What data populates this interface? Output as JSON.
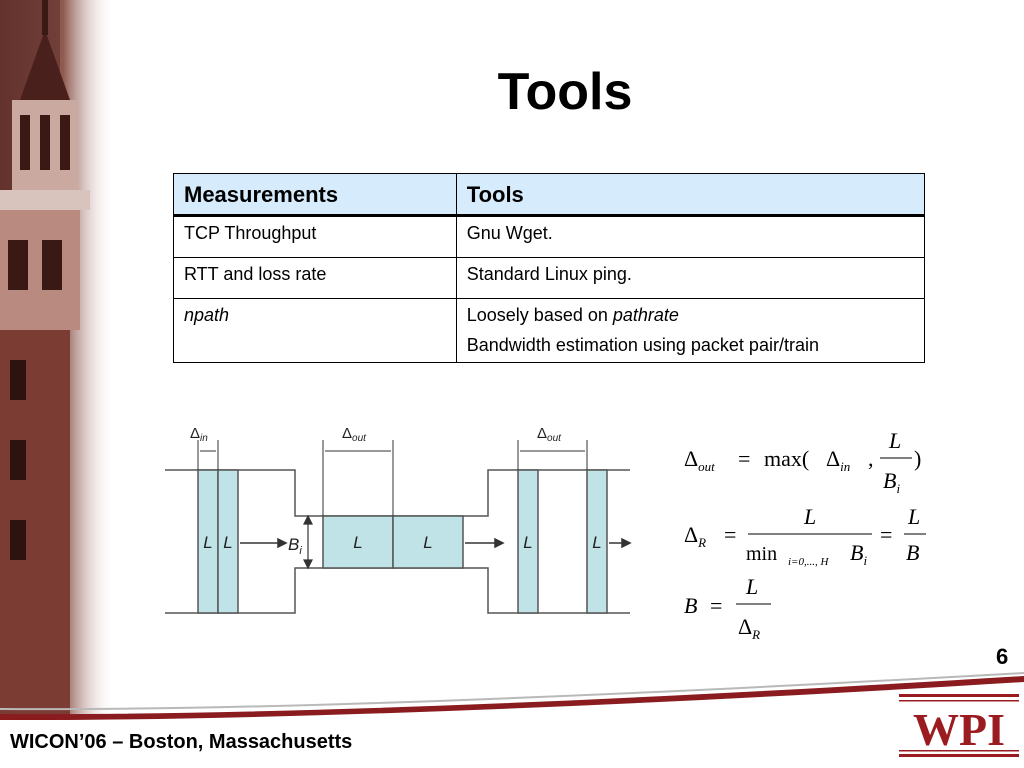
{
  "slide": {
    "title": "Tools",
    "page_number": "6",
    "footer": "WICON’06 – Boston, Massachusetts",
    "logo_text": "WPI"
  },
  "table": {
    "headers": [
      "Measurements",
      "Tools"
    ],
    "rows": [
      {
        "measurement": "TCP Throughput",
        "tool": "Gnu Wget."
      },
      {
        "measurement": "RTT and loss rate",
        "tool": "Standard Linux ping."
      },
      {
        "measurement": "npath",
        "tool_prefix": "Loosely based on ",
        "tool_italic": "pathrate",
        "tool_line2": "Bandwidth estimation using packet pair/train"
      }
    ]
  },
  "diagram": {
    "delta_in": "Δ",
    "delta_in_sub": "in",
    "delta_out": "Δ",
    "delta_out_sub": "out",
    "packet": "L",
    "bottleneck": "B",
    "bottleneck_sub": "i"
  },
  "formulas": {
    "f1_left": "Δ",
    "f1_left_sub": "out",
    "f1_eq": "=",
    "f1_max": "max(",
    "f1_delta": "Δ",
    "f1_delta_sub": "in",
    "f1_comma": ",",
    "f1_num": "L",
    "f1_den": "B",
    "f1_den_sub": "i",
    "f1_close": ")",
    "f2_left": "Δ",
    "f2_left_sub": "R",
    "f2_eq": "=",
    "f2_num": "L",
    "f2_min": "min",
    "f2_range": "i=0,..., H",
    "f2_den": "B",
    "f2_den_sub": "i",
    "f2_eq2": "=",
    "f2_num2": "L",
    "f2_den2": "B",
    "f3_left": "B",
    "f3_eq": "=",
    "f3_num": "L",
    "f3_den": "Δ",
    "f3_den_sub": "R"
  },
  "colors": {
    "header_bg": "#d6ebfb",
    "packet_fill": "#bfe3e6",
    "footer_band": "#8a1c1f",
    "logo": "#9b1c20"
  }
}
